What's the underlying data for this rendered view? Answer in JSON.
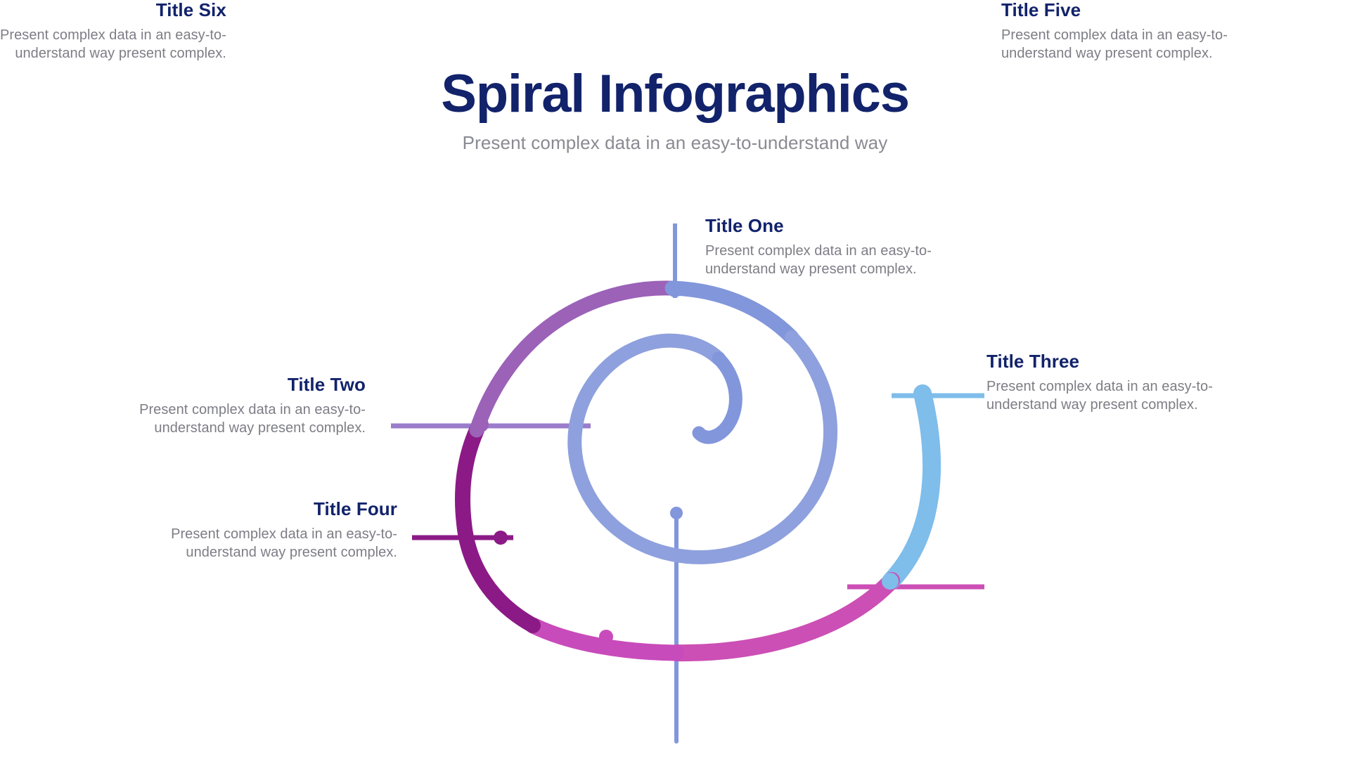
{
  "header": {
    "title": "Spiral Infographics",
    "subtitle": "Present complex data in an easy-to-understand way"
  },
  "palette": {
    "title_navy": "#12236b",
    "body_gray": "#7d7d86",
    "subtitle_gray": "#8a8a92",
    "background": "#ffffff",
    "periwinkle": "#8296db",
    "purple": "#9b62b8",
    "deep_purple": "#8c1a86",
    "magenta": "#c84bbb",
    "pink": "#cc4fb5",
    "sky_blue": "#7fbdea"
  },
  "chart_data": {
    "type": "spiral-infographic",
    "title": "Spiral Infographics",
    "subtitle": "Present complex data in an easy-to-understand way",
    "segment_count": 6,
    "center": [
      995,
      612
    ],
    "description": "Archimedean spiral winding outward through six color-coded segments, each with a leader line to a titled text callout.",
    "segments": [
      {
        "index": 1,
        "label": "Title One",
        "body": "Present complex data in an easy-to-understand way present complex.",
        "color": "#8296db",
        "color_name": "periwinkle",
        "marker": [
          960,
          412
        ],
        "connector": "vertical-up",
        "text_align": "left"
      },
      {
        "index": 2,
        "label": "Title Two",
        "body": "Present complex data in an easy-to-understand way present complex.",
        "color": "#9b62b8",
        "color_name": "purple",
        "marker": [
          688,
          607
        ],
        "connector": "horizontal-left",
        "text_align": "right"
      },
      {
        "index": 3,
        "label": "Title Three",
        "body": "Present complex data in an easy-to-understand way present complex.",
        "color": "#7fbdea",
        "color_name": "sky-blue",
        "marker": [
          1318,
          562
        ],
        "connector": "horizontal-right",
        "text_align": "left"
      },
      {
        "index": 4,
        "label": "Title Four",
        "body": "Present complex data in an easy-to-understand way present complex.",
        "color": "#8c1a86",
        "color_name": "deep-purple",
        "marker": [
          712,
          765
        ],
        "connector": "horizontal-left",
        "text_align": "right"
      },
      {
        "index": 5,
        "label": "Title Five",
        "body": "Present complex data in an easy-to-understand way present complex.",
        "color": "#cc4fb5",
        "color_name": "pink",
        "marker": [
          1223,
          835
        ],
        "connector": "horizontal-right",
        "text_align": "left"
      },
      {
        "index": 6,
        "label": "Title Six",
        "body": "Present complex data in an easy-to-understand way present complex.",
        "color": "#c84bbb",
        "color_name": "magenta",
        "marker": [
          862,
          899
        ],
        "connector": "vertical-down",
        "text_align": "right"
      }
    ]
  },
  "callouts": [
    {
      "title": "Title One",
      "body_line_1": "Present complex data in an easy-to-",
      "body_line_2": "understand way present complex."
    },
    {
      "title": "Title Two",
      "body_line_1": "Present complex data in an easy-to-",
      "body_line_2": "understand way present complex."
    },
    {
      "title": "Title Three",
      "body_line_1": "Present complex data in an easy-to-",
      "body_line_2": "understand way present complex."
    },
    {
      "title": "Title Four",
      "body_line_1": "Present complex data in an easy-to-",
      "body_line_2": "understand way present complex."
    },
    {
      "title": "Title Five",
      "body_line_1": "Present complex data in an easy-to-",
      "body_line_2": "understand way present complex."
    },
    {
      "title": "Title Six",
      "body_line_1": "Present complex data in an easy-to-",
      "body_line_2": "understand way present complex."
    }
  ]
}
